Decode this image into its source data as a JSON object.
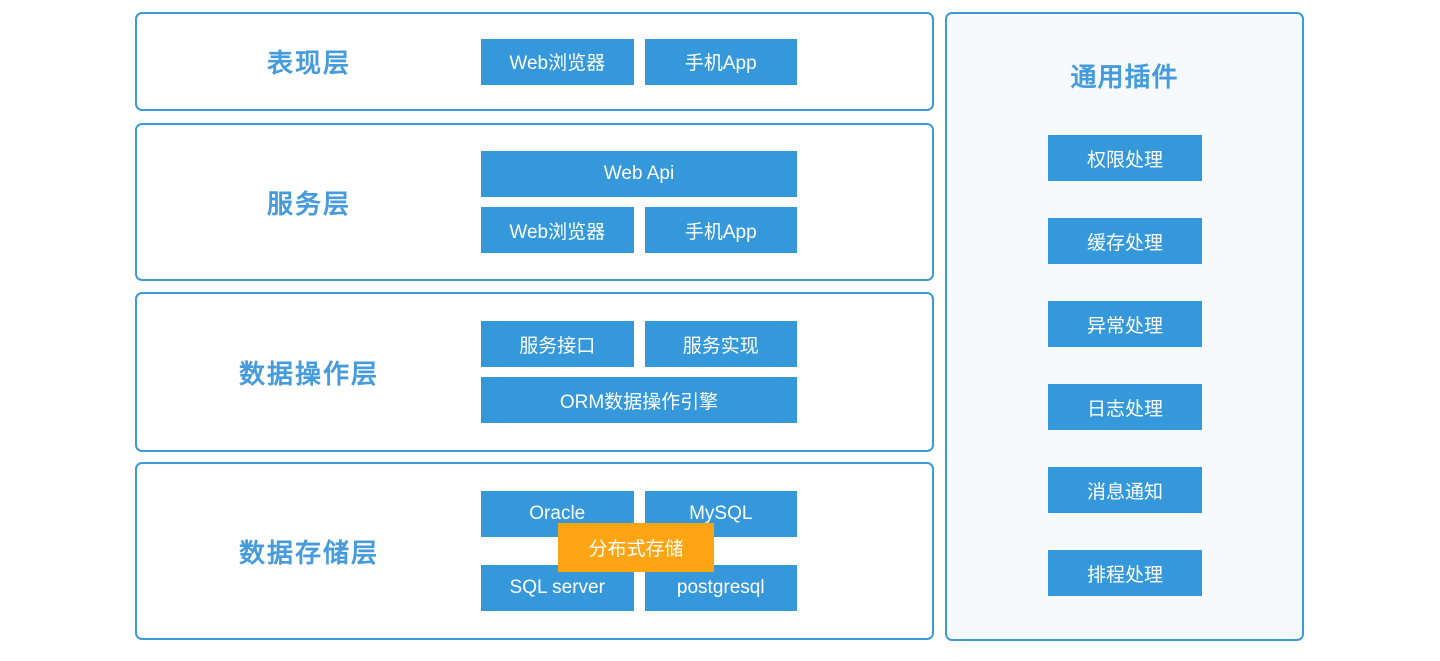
{
  "colors": {
    "block_blue": "#3598db",
    "border_blue": "#3d9ad9",
    "label_blue": "#459bdb",
    "overlay_orange": "#ffa412",
    "panel_bg": "#f6fafd"
  },
  "layers": [
    {
      "title": "表现层",
      "rows": [
        [
          "Web浏览器",
          "手机App"
        ]
      ]
    },
    {
      "title": "服务层",
      "rows": [
        [
          "Web Api"
        ],
        [
          "Web浏览器",
          "手机App"
        ]
      ]
    },
    {
      "title": "数据操作层",
      "rows": [
        [
          "服务接口",
          "服务实现"
        ],
        [
          "ORM数据操作引擎"
        ]
      ]
    },
    {
      "title": "数据存储层",
      "rows": [
        [
          "Oracle",
          "MySQL"
        ],
        [
          "SQL server",
          "postgresql"
        ]
      ],
      "overlay": "分布式存储"
    }
  ],
  "plugins_panel": {
    "title": "通用插件",
    "items": [
      "权限处理",
      "缓存处理",
      "异常处理",
      "日志处理",
      "消息通知",
      "排程处理"
    ]
  }
}
